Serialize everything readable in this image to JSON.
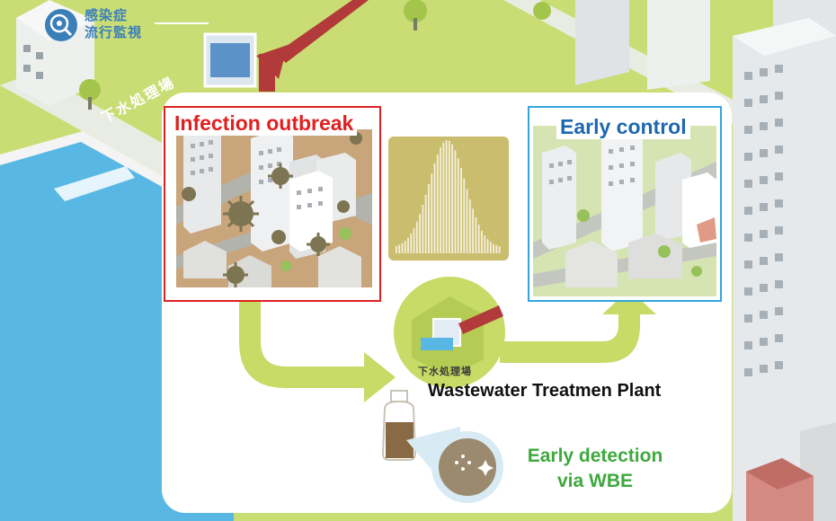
{
  "header": {
    "logo_icon": "magnifier-virus-icon",
    "line1": "感染症",
    "line2": "流行監視"
  },
  "background": {
    "wwtp_label": "下水処理場"
  },
  "panels": {
    "outbreak": {
      "title": "Infection outbreak",
      "color": "#e02020"
    },
    "control": {
      "title": "Early control",
      "color": "#1e67b1"
    }
  },
  "center": {
    "plant_label_jp": "下水処理場",
    "plant_label": "Wastewater Treatmen Plant",
    "detection_line1": "Early detection",
    "detection_line2": "via WBE",
    "detection_color": "#3ea93d"
  },
  "colors": {
    "ground": "#c9dd74",
    "river": "#59b8e3",
    "arrow": "#c7db66",
    "virus": "#7d7452"
  }
}
